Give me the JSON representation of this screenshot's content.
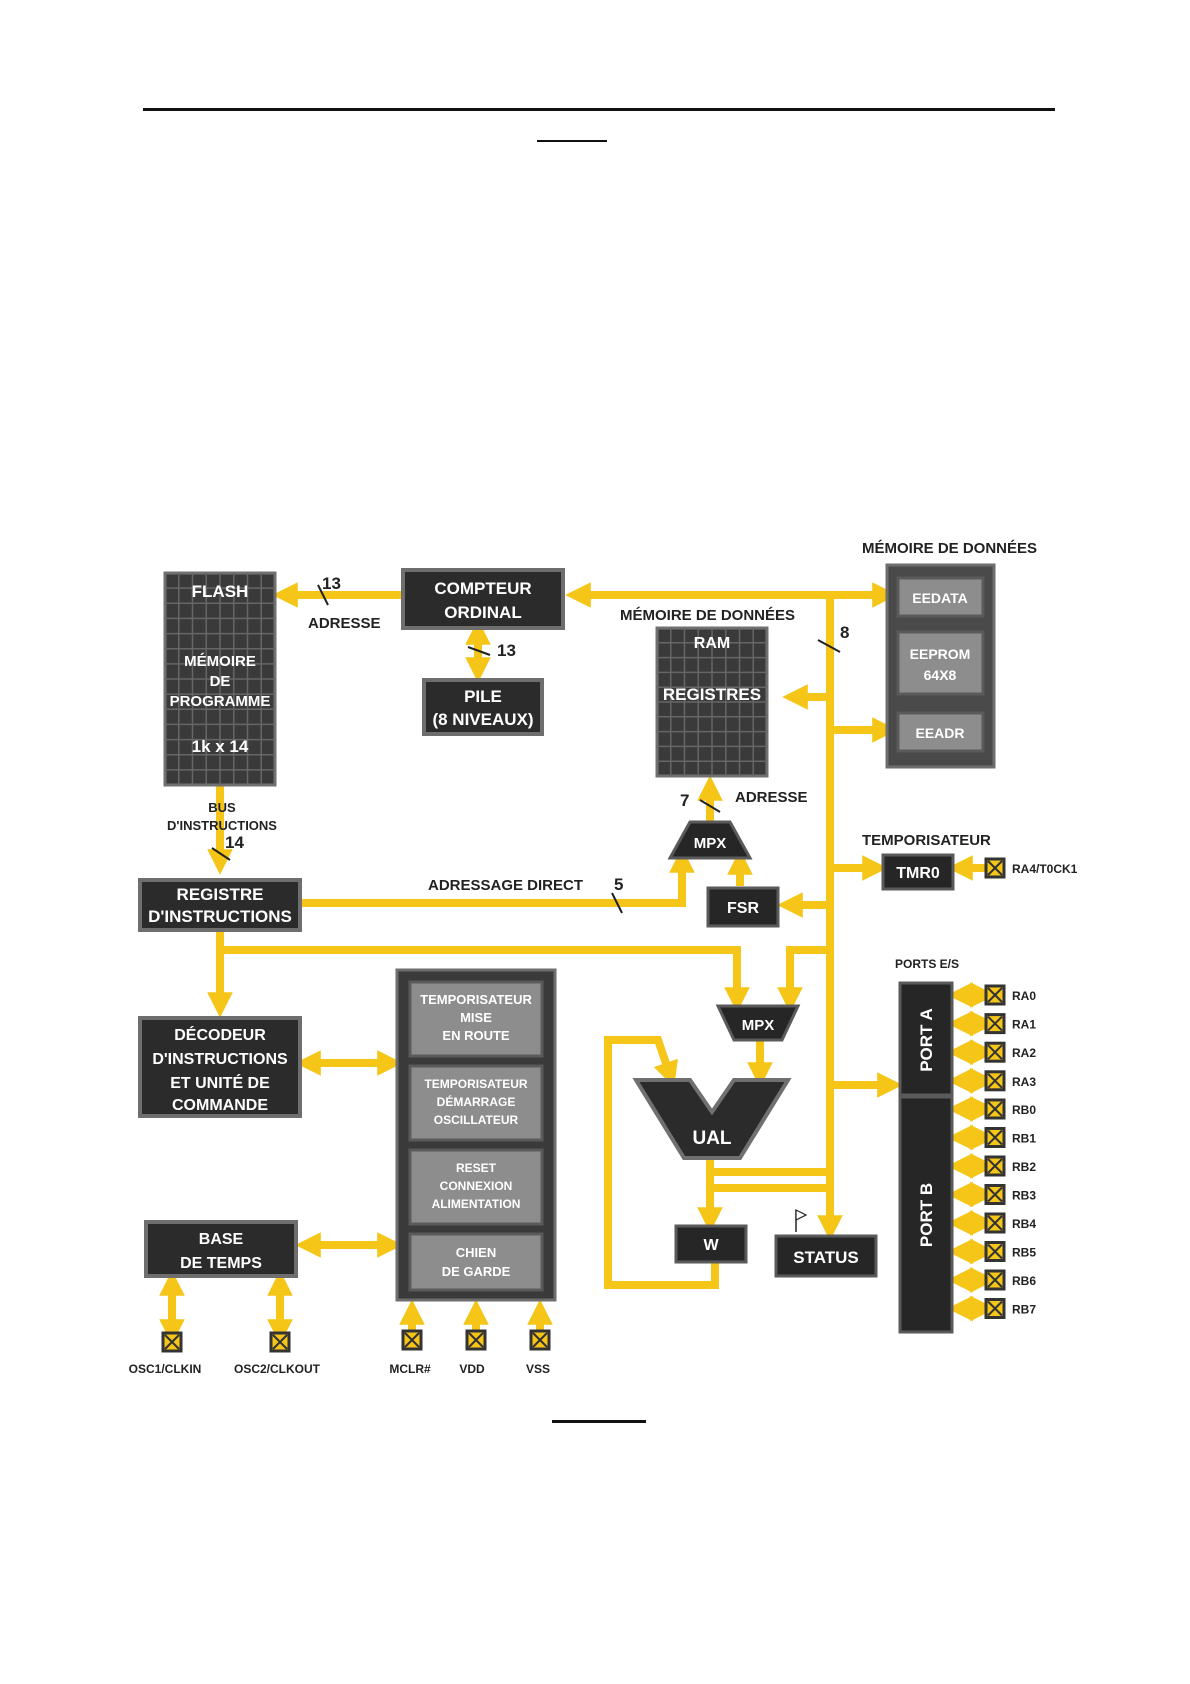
{
  "blocks": {
    "flash": "FLASH",
    "prog_mem": [
      "MÉMOIRE",
      "DE",
      "PROGRAMME"
    ],
    "prog_size": "1k x 14",
    "pc": [
      "COMPTEUR",
      "ORDINAL"
    ],
    "stack": [
      "PILE",
      "(8 NIVEAUX)"
    ],
    "ram_title": "MÉMOIRE DE DONNÉES",
    "ram": "RAM",
    "registers": "REGISTRES",
    "eeprom_title": "MÉMOIRE DE DONNÉES",
    "eedata": "EEDATA",
    "eeprom": [
      "EEPROM",
      "64X8"
    ],
    "eeadr": "EEADR",
    "timer_title": "TEMPORISATEUR",
    "tmr0": "TMR0",
    "mpx_top": "MPX",
    "fsr": "FSR",
    "ir": [
      "REGISTRE",
      "D'INSTRUCTIONS"
    ],
    "decoder": [
      "DÉCODEUR",
      "D'INSTRUCTIONS",
      "ET UNITÉ DE",
      "COMMANDE"
    ],
    "timebase": [
      "BASE",
      "DE TEMPS"
    ],
    "ctrl1": [
      "TEMPORISATEUR",
      "MISE",
      "EN ROUTE"
    ],
    "ctrl2": [
      "TEMPORISATEUR",
      "DÉMARRAGE",
      "OSCILLATEUR"
    ],
    "ctrl3": [
      "RESET",
      "CONNEXION",
      "ALIMENTATION"
    ],
    "ctrl4": [
      "CHIEN",
      "DE GARDE"
    ],
    "mpx_alu": "MPX",
    "alu": "UAL",
    "w": "W",
    "status": "STATUS",
    "ports_title": "PORTS E/S",
    "port_a": "PORT A",
    "port_b": "PORT B"
  },
  "labels": {
    "addr_13": "13",
    "adresse1": "ADRESSE",
    "pile_13": "13",
    "bus_8": "8",
    "addr_7": "7",
    "adresse2": "ADRESSE",
    "bus_instr": [
      "BUS",
      "D'INSTRUCTIONS"
    ],
    "instr_14": "14",
    "direct": "ADRESSAGE DIRECT",
    "direct_5": "5"
  },
  "pins": {
    "tmr": "RA4/T0CK1",
    "porta": [
      "RA0",
      "RA1",
      "RA2",
      "RA3"
    ],
    "portb": [
      "RB0",
      "RB1",
      "RB2",
      "RB3",
      "RB4",
      "RB5",
      "RB6",
      "RB7"
    ],
    "bottom": [
      "OSC1/CLKIN",
      "OSC2/CLKOUT",
      "MCLR#",
      "VDD",
      "VSS"
    ]
  },
  "colors": {
    "bus": "#f5c518",
    "block": "#2b2b2b",
    "pin": "#f5c518"
  }
}
